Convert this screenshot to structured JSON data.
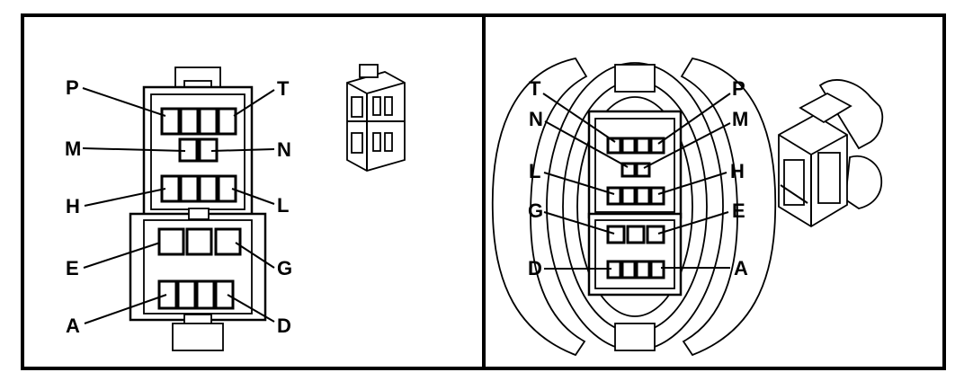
{
  "panels": {
    "left": {
      "labels": {
        "P": "P",
        "T": "T",
        "M": "M",
        "N": "N",
        "H": "H",
        "L": "L",
        "E": "E",
        "G": "G",
        "A": "A",
        "D": "D"
      }
    },
    "right": {
      "labels": {
        "T": "T",
        "P": "P",
        "N": "N",
        "M": "M",
        "L": "L",
        "H": "H",
        "G": "G",
        "E": "E",
        "D": "D",
        "A": "A"
      }
    }
  }
}
